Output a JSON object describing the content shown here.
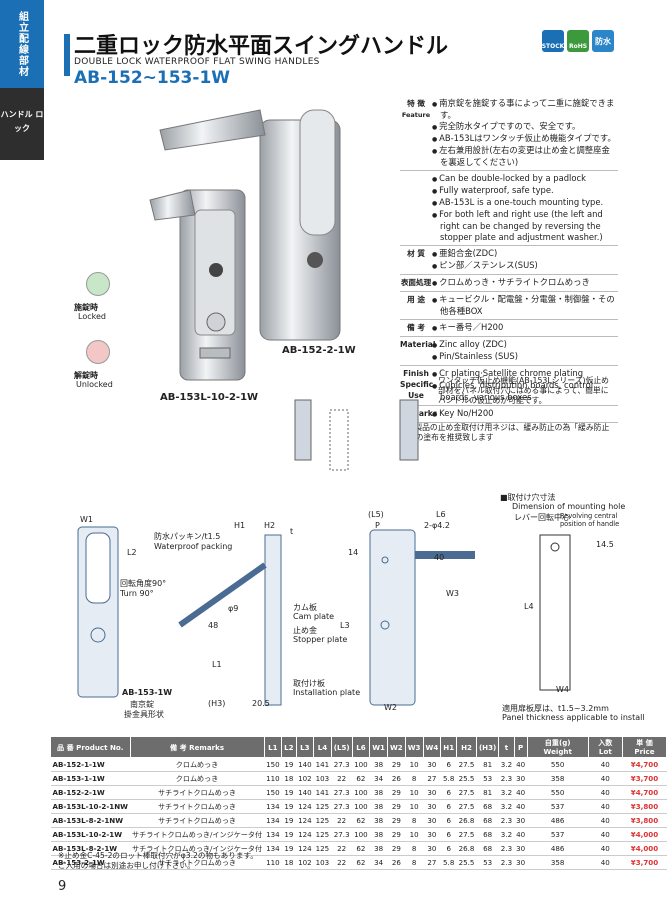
{
  "sidebar": {
    "category": "組立配線部材",
    "subcategory": "ハンドル ロック"
  },
  "header": {
    "title_jp": "二重ロック防水平面スイングハンドル",
    "title_en": "DOUBLE LOCK WATERPROOF FLAT SWING HANDLES",
    "model_range": "AB-152~153-1W",
    "badges": [
      "STOCK",
      "RoHS",
      "防水"
    ]
  },
  "photo": {
    "state_locked_jp": "施錠時",
    "state_locked_en": "Locked",
    "state_unlocked_jp": "解錠時",
    "state_unlocked_en": "Unlocked",
    "model_a": "AB-152-2-1W",
    "model_b": "AB-153L-10-2-1W"
  },
  "specs": {
    "feature_label_jp": "特 徴",
    "feature_label_en": "Feature",
    "features_jp": [
      "南京錠を施錠する事によって二重に施錠できます。",
      "完全防水タイプですので、安全です。",
      "AB-153Lはワンタッチ仮止め機能タイプです。",
      "左右兼用設計(左右の変更は止め金と調整座金を裏返してください)"
    ],
    "features_en": [
      "Can be double-locked by a padlock",
      "Fully waterproof, safe type.",
      "AB-153L is a one-touch mounting type.",
      "For both left and right use (the left and right can be changed by reversing the stopper plate and adjustment washer.)"
    ],
    "material_label": "材 質",
    "material_jp": [
      "亜鉛合金(ZDC)",
      "ピン部／ステンレス(SUS)"
    ],
    "finish_label": "表面処理",
    "finish_jp": [
      "クロムめっき・サチライトクロムめっき"
    ],
    "use_label": "用 途",
    "use_jp": [
      "キュービクル・配電盤・分電盤・制御盤・その他各種BOX"
    ],
    "remarks_label": "備 考",
    "remarks_jp": [
      "キー番号／H200"
    ],
    "material_label_en": "Material",
    "material_en": [
      "Zinc alloy (ZDC)",
      "Pin/Stainless (SUS)"
    ],
    "finish_label_en": "Finish Specific Use",
    "finish_en": [
      "Cr plating·Satellite chrome plating",
      "Cubicles, distribution boards, control boards, various boxes"
    ],
    "remarks_label_en": "Remarks",
    "remarks_en": [
      "Key No/H200"
    ],
    "note": "※本製品の止め金取付け用ネジは、緩み防止の為「緩み防止剤」の塗布を推奨致します"
  },
  "onetouch_note": "ワンタッチ仮止め機能(AB-153Lシリーズ)仮止め部材をパネル取付穴にはめる事によって、簡単にハンドルの仮止めが可能です。",
  "drawing": {
    "packing": "防水パッキン/t1.5",
    "packing_en": "Waterproof packing",
    "turn": "回転角度90°",
    "turn_en": "Turn 90°",
    "cam": "カム板",
    "cam_en": "Cam plate",
    "stopper": "止め金",
    "stopper_en": "Stopper plate",
    "install": "取付け板",
    "install_en": "Installation plate",
    "sub_model": "AB-153-1W",
    "sub_model_jp": "南京錠",
    "sub_model_jp2": "掛金具形状",
    "hole_title": "■取付け穴寸法",
    "hole_title_en": "Dimension of mounting hole",
    "lever_center": "レバー回転中心",
    "lever_center_en": "Revolving central position of handle",
    "panel": "適用扉板厚は、t1.5~3.2mm",
    "panel_en": "Panel thickness applicable to install",
    "dims": [
      "W1",
      "H1",
      "H2",
      "t",
      "L2",
      "L1",
      "(H3)",
      "20.5",
      "48",
      "φ9",
      "(L5)",
      "L6",
      "P",
      "2-φ4.2",
      "14",
      "40",
      "W3",
      "L3",
      "W2",
      "L4",
      "W4",
      "14.5"
    ]
  },
  "table": {
    "headers": [
      "品 番 Product No.",
      "備 考 Remarks",
      "L1",
      "L2",
      "L3",
      "L4",
      "(L5)",
      "L6",
      "W1",
      "W2",
      "W3",
      "W4",
      "H1",
      "H2",
      "(H3)",
      "t",
      "P",
      "自重(g) Weight",
      "入数 Lot",
      "単 価 Price"
    ],
    "rows": [
      [
        "AB-152-1-1W",
        "クロムめっき",
        "150",
        "19",
        "140",
        "141",
        "27.3",
        "100",
        "38",
        "29",
        "10",
        "30",
        "6",
        "27.5",
        "81",
        "3.2",
        "40",
        "550",
        "40",
        "¥4,700"
      ],
      [
        "AB-153-1-1W",
        "クロムめっき",
        "110",
        "18",
        "102",
        "103",
        "22",
        "62",
        "34",
        "26",
        "8",
        "27",
        "5.8",
        "25.5",
        "53",
        "2.3",
        "30",
        "358",
        "40",
        "¥3,700"
      ],
      [
        "AB-152-2-1W",
        "サチライトクロムめっき",
        "150",
        "19",
        "140",
        "141",
        "27.3",
        "100",
        "38",
        "29",
        "10",
        "30",
        "6",
        "27.5",
        "81",
        "3.2",
        "40",
        "550",
        "40",
        "¥4,700"
      ],
      [
        "AB-153L-10-2-1NW",
        "サチライトクロムめっき",
        "134",
        "19",
        "124",
        "125",
        "27.3",
        "100",
        "38",
        "29",
        "10",
        "30",
        "6",
        "27.5",
        "68",
        "3.2",
        "40",
        "537",
        "40",
        "¥3,800"
      ],
      [
        "AB-153L-8-2-1NW",
        "サチライトクロムめっき",
        "134",
        "19",
        "124",
        "125",
        "22",
        "62",
        "38",
        "29",
        "8",
        "30",
        "6",
        "26.8",
        "68",
        "2.3",
        "30",
        "486",
        "40",
        "¥3,800"
      ],
      [
        "AB-153L-10-2-1W",
        "サチライトクロムめっき/インジケータ付",
        "134",
        "19",
        "124",
        "125",
        "27.3",
        "100",
        "38",
        "29",
        "10",
        "30",
        "6",
        "27.5",
        "68",
        "3.2",
        "40",
        "537",
        "40",
        "¥4,000"
      ],
      [
        "AB-153L-8-2-1W",
        "サチライトクロムめっき/インジケータ付",
        "134",
        "19",
        "124",
        "125",
        "22",
        "62",
        "38",
        "29",
        "8",
        "30",
        "6",
        "26.8",
        "68",
        "2.3",
        "30",
        "486",
        "40",
        "¥4,000"
      ],
      [
        "AB-153-2-1W",
        "サチライトクロムめっき",
        "110",
        "18",
        "102",
        "103",
        "22",
        "62",
        "34",
        "26",
        "8",
        "27",
        "5.8",
        "25.5",
        "53",
        "2.3",
        "30",
        "358",
        "40",
        "¥3,700"
      ]
    ]
  },
  "footnote": [
    "※止め金C-45-2のロット棒取付穴がφ3.2の物もあります。",
    "ご入用の場合は別途お申し付け下さい。"
  ],
  "page_number": "9"
}
